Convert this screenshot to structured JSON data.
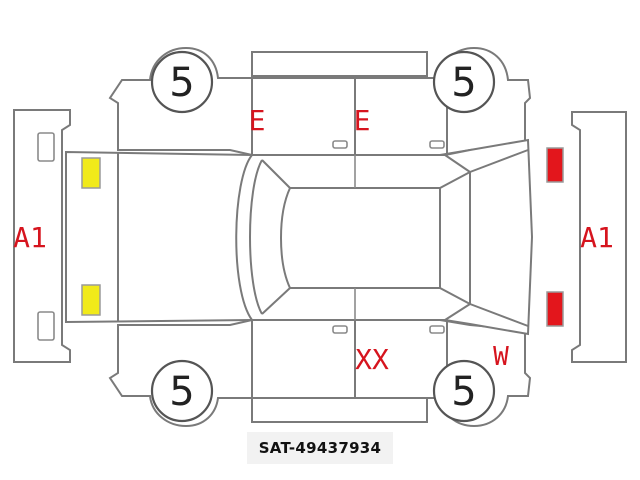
{
  "diagram": {
    "tires": {
      "front_left": "5",
      "rear_left": "5",
      "front_right": "5",
      "rear_right": "5"
    },
    "marks": {
      "rear_bumper": "A1",
      "front_bumper": "A1",
      "upper_front_door": "E",
      "upper_rear_door": "E",
      "lower_rear_door": "XX",
      "lower_front_door": "W"
    },
    "reference_id": "SAT-49437934"
  },
  "colors": {
    "damage_mark": "#d6141e",
    "yellow_lamp": "#f1ea1a",
    "red_lamp": "#e3161c",
    "outline": "#7a7a7a",
    "id_box": "#f2f2f2"
  }
}
